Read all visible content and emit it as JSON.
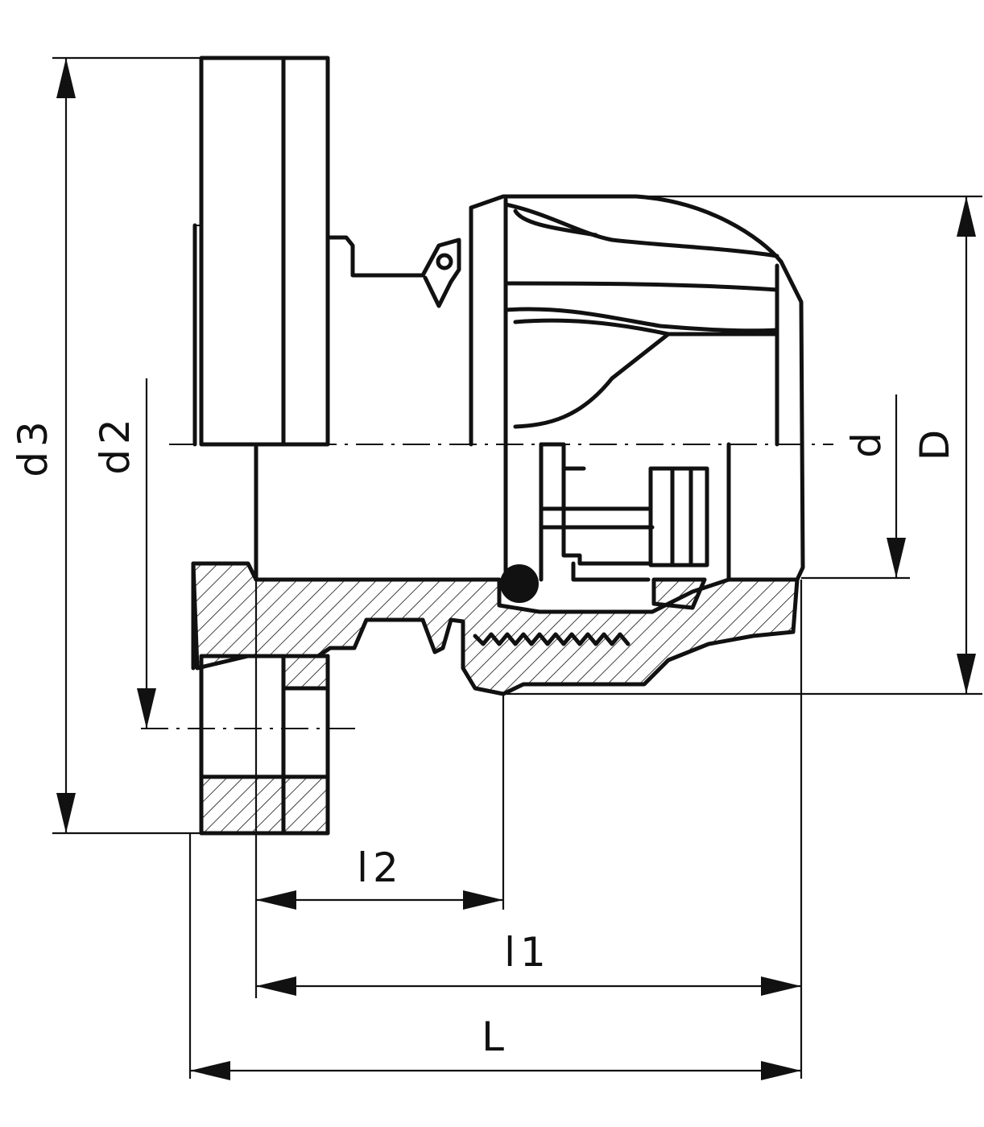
{
  "labels": {
    "d3": "d3",
    "d2": "d2",
    "d": "d",
    "D": "D",
    "l2": "l2",
    "l1": "l1",
    "L": "L"
  }
}
